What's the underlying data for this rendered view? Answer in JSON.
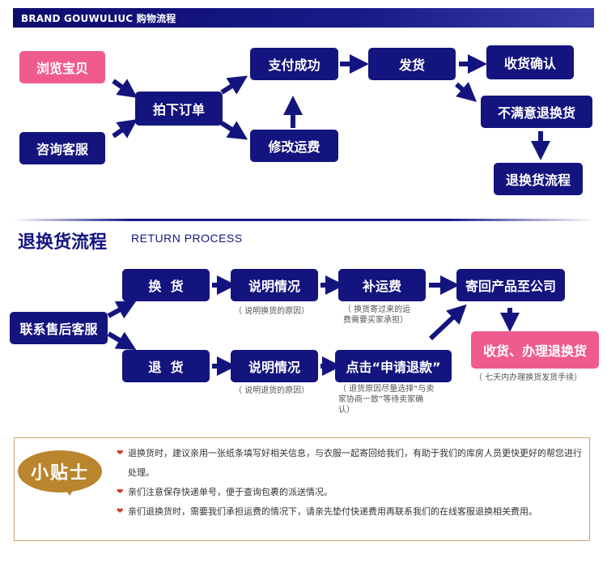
{
  "header": {
    "title": "BRAND GOUWULIUC 购物流程"
  },
  "shopping_flow": {
    "browse": "浏览宝贝",
    "consult": "咨询客服",
    "order": "拍下订单",
    "pay": "支付成功",
    "modify_fee": "修改运费",
    "ship": "发货",
    "confirm": "收货确认",
    "unsatisfied": "不满意退换货",
    "return_flow": "退换货流程"
  },
  "return_section": {
    "title_cn": "退换货流程",
    "title_en": "RETURN PROCESS",
    "contact": "联系售后客服",
    "exchange": "换  货",
    "refund": "退  货",
    "explain_1": "说明情况",
    "explain_2": "说明情况",
    "note_exchange_reason": "（ 说明换货的原因）",
    "note_refund_reason": "（ 说明退货的原因）",
    "supplement_fee": "补运费",
    "note_supplement": "（ 换货寄过来的运\n费需要买家承担）",
    "apply_refund": "点击“申请退款”",
    "note_apply": "（ 退货原因尽量选择“与卖\n家协商一致”等待卖家确\n认）",
    "send_back": "寄回产品至公司",
    "receive": "收货、办理退换货",
    "note_receive": "（ 七天内办理换货发货手续）"
  },
  "tips": {
    "badge": "小贴士",
    "items": [
      "退换货时，建议亲用一张纸条填写好相关信息，与衣服一起寄回给我们，有助于我们的库房人员更快更好的帮您进行处理。",
      "亲们注意保存快递单号，便于查询包裹的派送情况。",
      "亲们退换货时，需要我们承担运费的情况下，请亲先垫付快递费用再联系我们的在线客服退换相关费用。"
    ]
  },
  "colors": {
    "navy": "#14147f",
    "pink": "#ef5b8e",
    "tip_gold": "#b9852d",
    "header": "#0d0d6e"
  }
}
